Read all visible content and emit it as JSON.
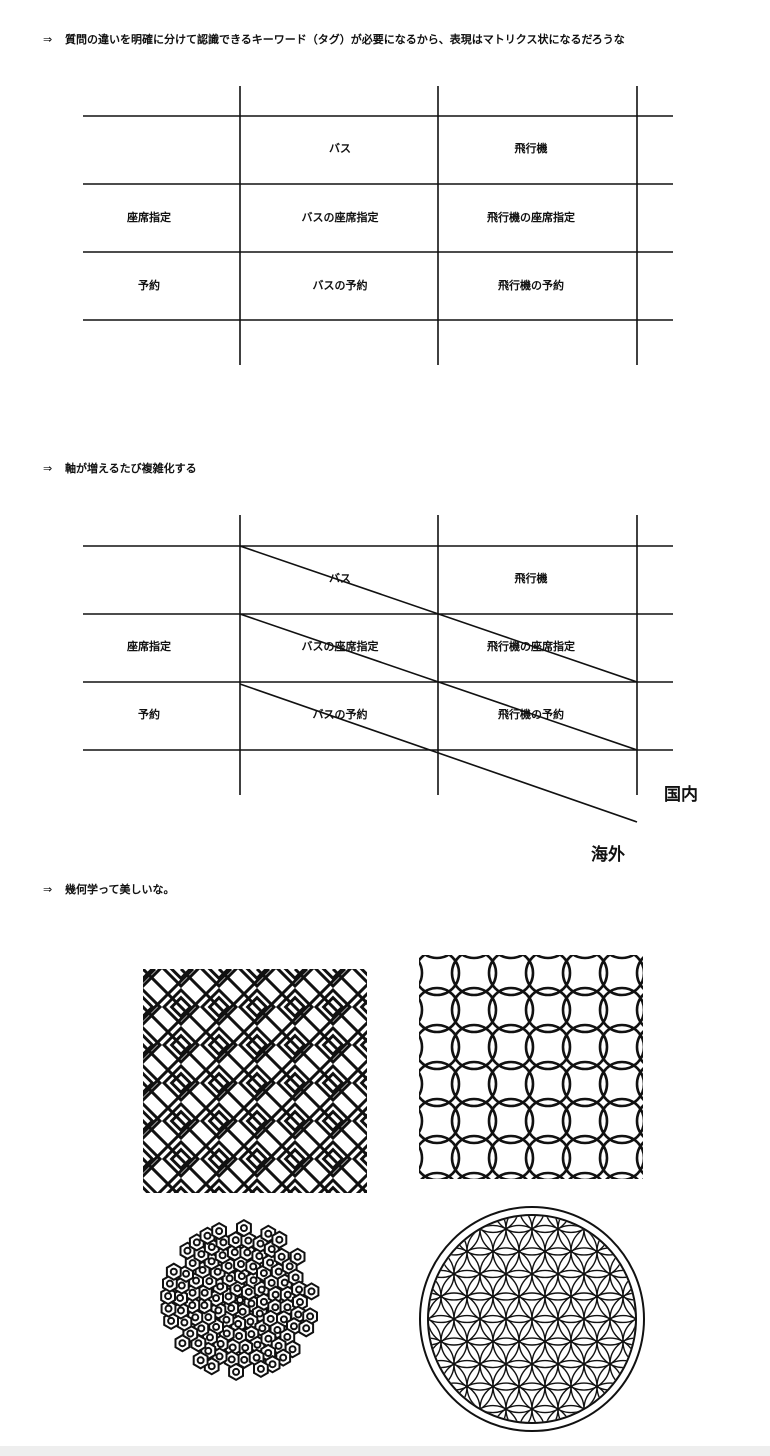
{
  "notes": [
    {
      "arrow": "⇒",
      "text": "質問の違いを明確に分けて認識できるキーワード（タグ）が必要になるから、表現はマトリクス状になるだろうな"
    },
    {
      "arrow": "⇒",
      "text": "軸が増えるたび複雑化する"
    },
    {
      "arrow": "⇒",
      "text": "幾何学って美しいな。"
    }
  ],
  "matrix1": {
    "col_headers": [
      "バス",
      "飛行機"
    ],
    "rows": [
      {
        "label": "座席指定",
        "cells": [
          "バスの座席指定",
          "飛行機の座席指定"
        ]
      },
      {
        "label": "予約",
        "cells": [
          "バスの予約",
          "飛行機の予約"
        ]
      }
    ]
  },
  "matrix2": {
    "col_headers": [
      "バス",
      "飛行機"
    ],
    "rows": [
      {
        "label": "座席指定",
        "cells": [
          "バスの座席指定",
          "飛行機の座席指定"
        ]
      },
      {
        "label": "予約",
        "cells": [
          "バスの予約",
          "飛行機の予約"
        ]
      }
    ],
    "axis_labels": [
      "国内",
      "海外"
    ]
  },
  "patterns": [
    "square-lattice-pattern",
    "overlapping-circles-pattern",
    "floral-rosette-pattern",
    "flower-of-life-pattern"
  ]
}
